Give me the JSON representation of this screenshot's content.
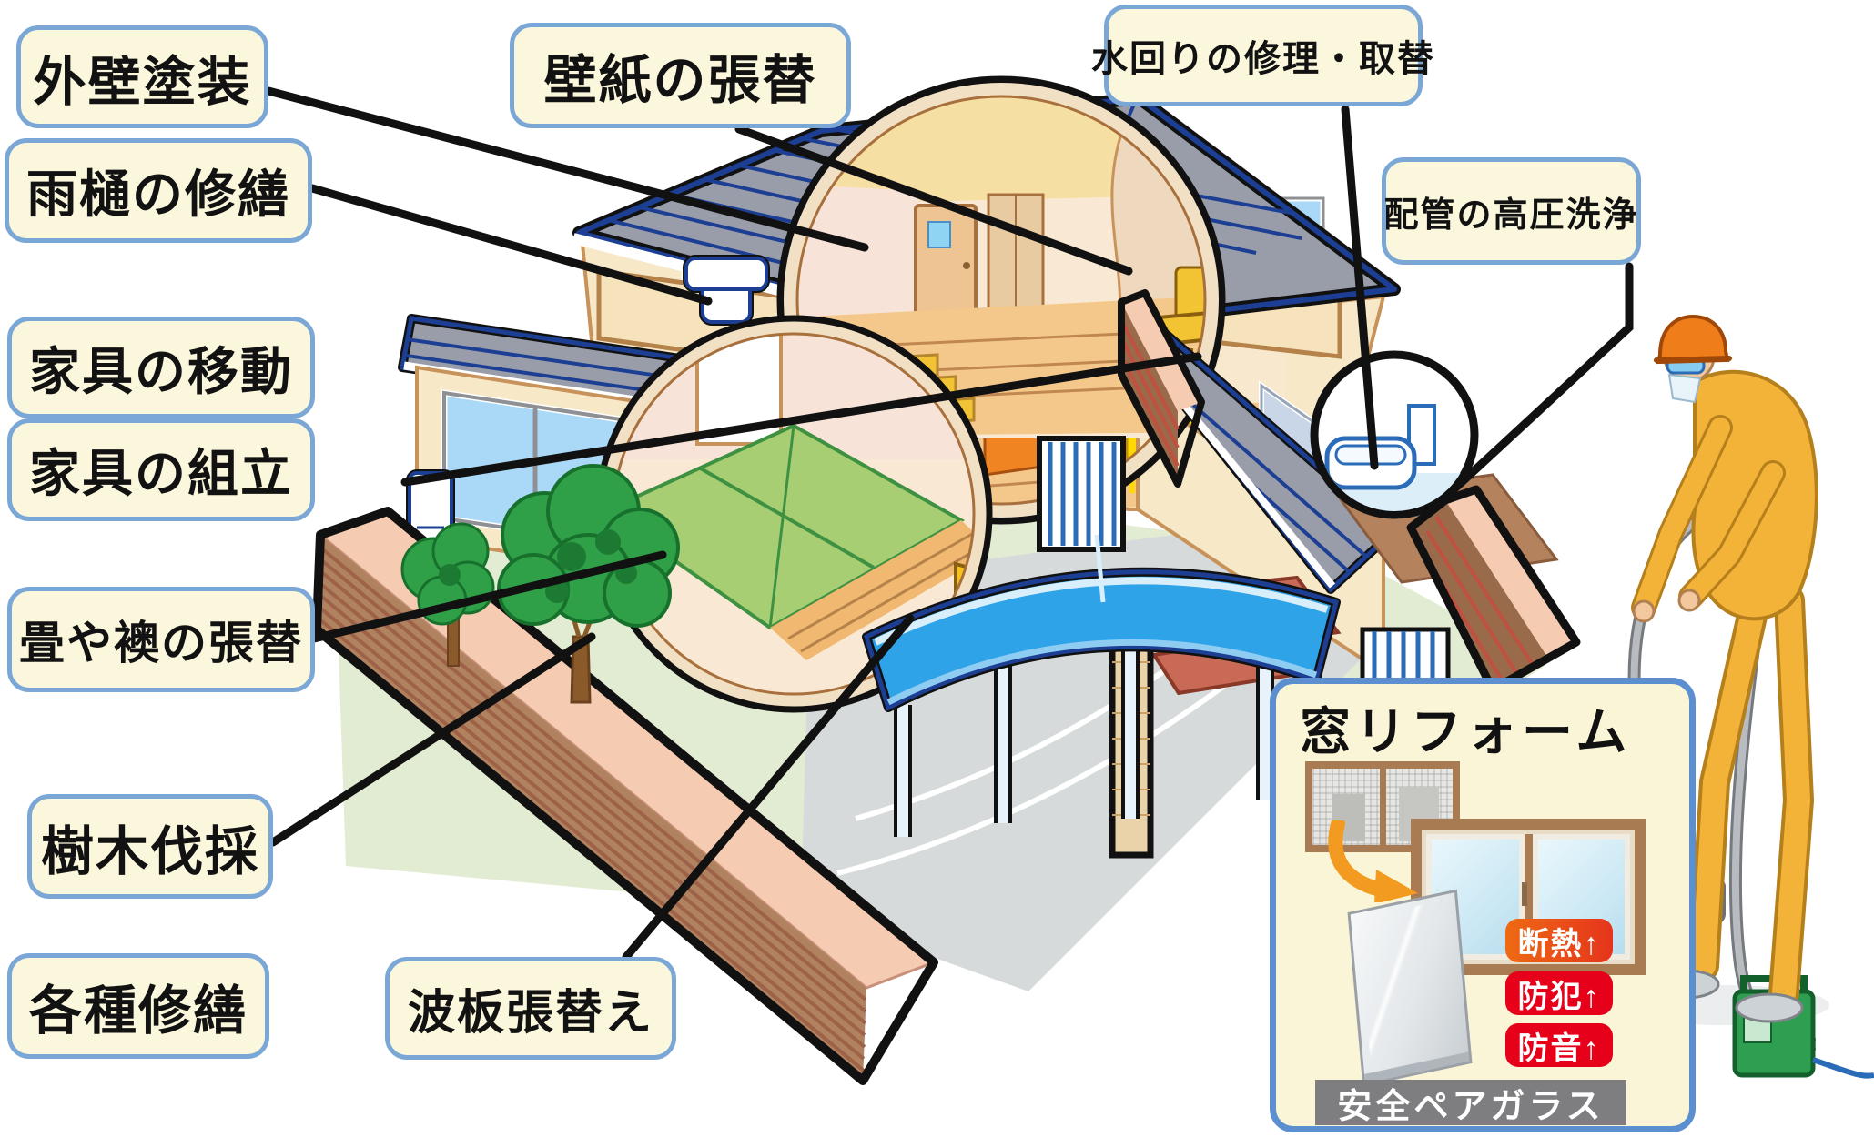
{
  "labels": [
    {
      "id": "gaiheki",
      "text": "外壁塗装"
    },
    {
      "id": "amadoi",
      "text": "雨樋の修繕"
    },
    {
      "id": "kagu-ido",
      "text": "家具の移動"
    },
    {
      "id": "kagu-kumitate",
      "text": "家具の組立"
    },
    {
      "id": "tatami",
      "text": "畳や襖の張替"
    },
    {
      "id": "jumoku",
      "text": "樹木伐採"
    },
    {
      "id": "kakushu",
      "text": "各種修繕"
    },
    {
      "id": "namiita",
      "text": "波板張替え"
    },
    {
      "id": "kabegami",
      "text": "壁紙の張替"
    },
    {
      "id": "mizumawari",
      "text": "水回りの修理・取替"
    },
    {
      "id": "haikan",
      "text": "配管の高圧洗浄"
    }
  ],
  "window_reform": {
    "title": "窓リフォーム",
    "badges": [
      {
        "text": "断熱↑",
        "color": "#ee6a14"
      },
      {
        "text": "防犯↑",
        "color": "#e60019"
      },
      {
        "text": "防音↑",
        "color": "#e60019"
      }
    ],
    "caption": "安全ペアガラス"
  },
  "colors": {
    "label_bg": "#fbf7dc",
    "label_border": "#7ba7d7",
    "outline": "#111111",
    "roof": "#999da9",
    "roof_stripe": "#1d3f93",
    "wall": "#f7e8c8",
    "glass": "#a9d9f7",
    "tatami": "#a8ce74",
    "wood_floor": "#f4c88b",
    "kitchen_counter": "#f08322",
    "carport": "#2fa3e8",
    "brick_wall": "#b08260",
    "brick_wall_dark": "#9a6b4a",
    "brick_top": "#f5cbb2",
    "entrance_brick": "#c86a56",
    "tree": "#2fa047",
    "badge_red": "#e60019",
    "badge_orange": "#ee6a14",
    "caption_bg": "#7e7e80",
    "worker_suit": "#f2b338",
    "helmet": "#ee7d1a",
    "machine": "#2e9e50"
  }
}
